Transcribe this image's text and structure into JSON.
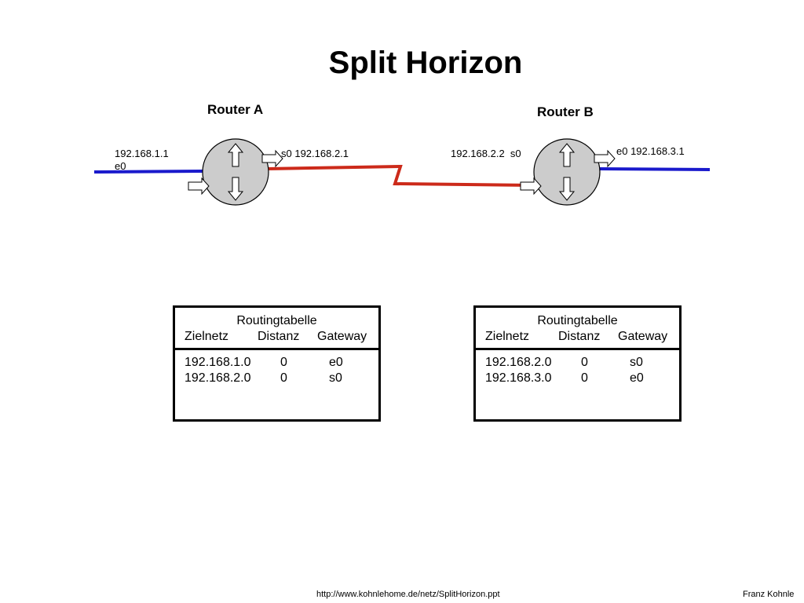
{
  "title": "Split Horizon",
  "router_a": {
    "name": "Router A",
    "e0_ip": "192.168.1.1",
    "e0_label": "e0",
    "s0_label": "s0 192.168.2.1"
  },
  "router_b": {
    "name": "Router B",
    "s0_label": "192.168.2.2  s0",
    "e0_label": "e0 192.168.3.1"
  },
  "colors": {
    "ethernet": "#1a1acc",
    "serial": "#cc2a1a",
    "router_fill": "#cccccc"
  },
  "table_a": {
    "title": "Routingtabelle",
    "headers": [
      "Zielnetz",
      "Distanz",
      "Gateway"
    ],
    "rows": [
      [
        "192.168.1.0",
        "0",
        "e0"
      ],
      [
        "192.168.2.0",
        "0",
        "s0"
      ]
    ]
  },
  "table_b": {
    "title": "Routingtabelle",
    "headers": [
      "Zielnetz",
      "Distanz",
      "Gateway"
    ],
    "rows": [
      [
        "192.168.2.0",
        "0",
        "s0"
      ],
      [
        "192.168.3.0",
        "0",
        "e0"
      ]
    ]
  },
  "footer": {
    "url": "http://www.kohnlehome.de/netz/SplitHorizon.ppt",
    "author": "Franz Kohnle"
  }
}
